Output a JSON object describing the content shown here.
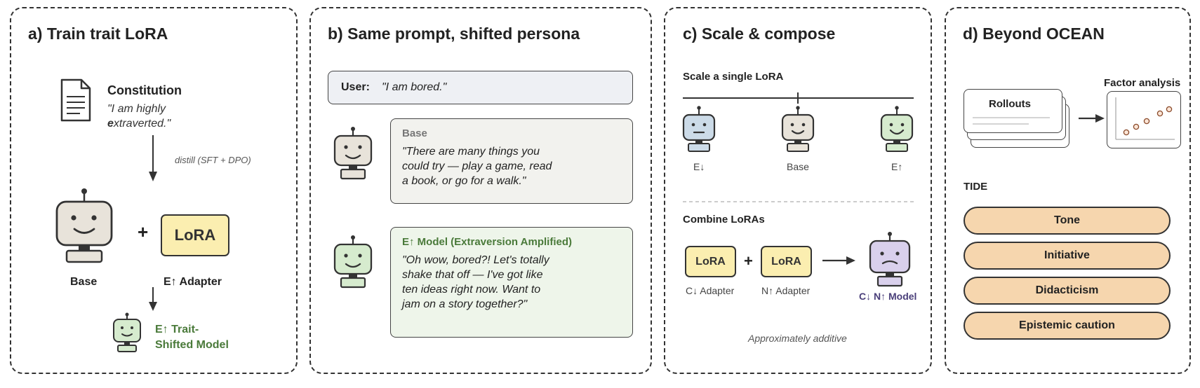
{
  "panel_a": {
    "title": "a) Train trait LoRA",
    "constitution_title": "Constitution",
    "constitution_line1": "\"I am highly",
    "constitution_bold_letter": "e",
    "constitution_line2_rest": "xtraverted.\"",
    "distill_label": "distill (SFT + DPO)",
    "plus": "+",
    "base_label": "Base",
    "lora_label": "LoRA",
    "adapter_label": "E↑ Adapter",
    "shifted_line1": "E↑ Trait-",
    "shifted_line2": "Shifted Model"
  },
  "panel_b": {
    "title": "b) Same prompt, shifted persona",
    "user_label": "User:",
    "user_text": "\"I am bored.\"",
    "base_title": "Base",
    "base_lines": [
      "\"There are many things you",
      "could try — play a game, read",
      "a book, or go for a walk.\""
    ],
    "amp_title": "E↑ Model (Extraversion Amplified)",
    "amp_lines": [
      "\"Oh wow, bored?! Let's totally",
      "shake that off — I've got like",
      "ten ideas right now. Want to",
      "jam on a story together?\""
    ]
  },
  "panel_c": {
    "title": "c) Scale & compose",
    "scale_heading": "Scale a single LoRA",
    "scale_labels": [
      "E↓",
      "Base",
      "E↑"
    ],
    "combine_heading": "Combine LoRAs",
    "lora_label": "LoRA",
    "plus": "+",
    "adapter1": "C↓ Adapter",
    "adapter2": "N↑ Adapter",
    "result_label": "C↓ N↑ Model",
    "footnote": "Approximately additive"
  },
  "panel_d": {
    "title": "d) Beyond OCEAN",
    "rollouts_label": "Rollouts",
    "factor_label": "Factor analysis",
    "tide_heading": "TIDE",
    "tide_items": [
      "Tone",
      "Initiative",
      "Didacticism",
      "Epistemic caution"
    ]
  },
  "colors": {
    "base_robot": "#e8e3da",
    "trait_robot": "#d6ebce",
    "down_robot": "#ccdbe8",
    "combo_robot": "#d9d0ec",
    "lora_fill": "#fbeeb0",
    "pill_fill": "#f6d6ae",
    "green_text": "#4a7a3a",
    "purple_text": "#4a3f7a"
  }
}
